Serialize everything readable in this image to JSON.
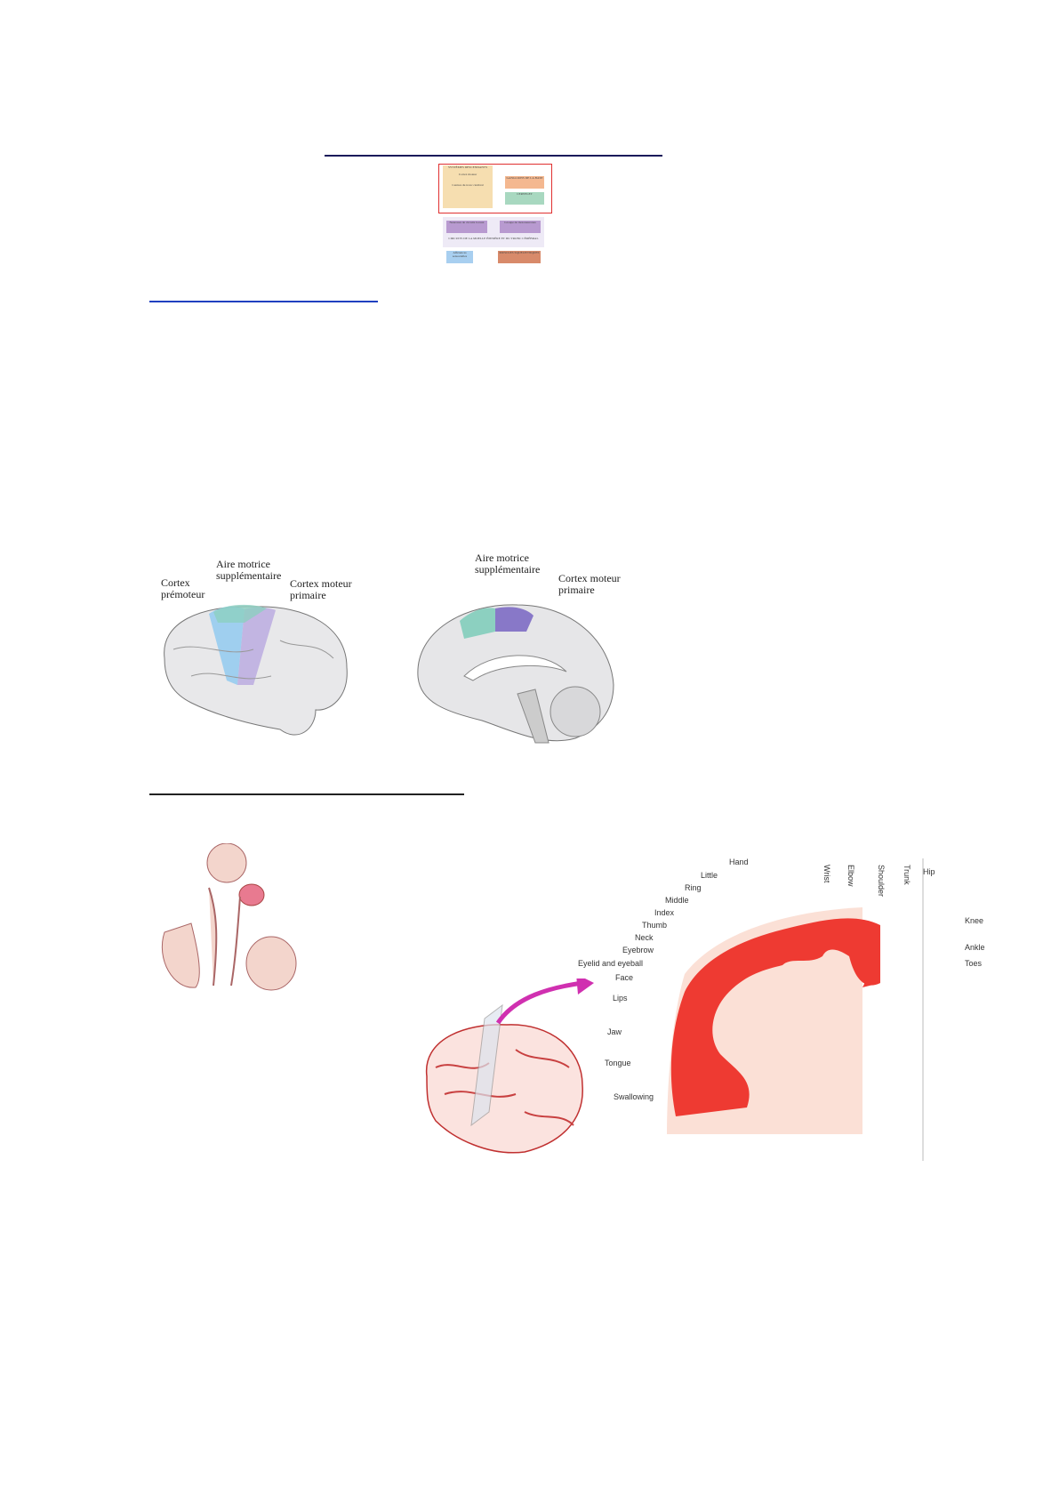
{
  "diagram": {
    "descending": "SYSTÈMES DESCENDANTS",
    "motor_cortex": "Cortex moteur",
    "brainstem": "Centres du tronc cérébral",
    "basal_ganglia": "GANGLIONS DE LA BASE",
    "cerebellum": "CERVELET",
    "local_circuits": "Neurones de circuits locaux",
    "motor_neurons": "Groupe de motoneurones",
    "spinal": "CIRCUITS DE LA MOELLE ÉPINIÈRE ET DU TRONC CÉRÉBRAL",
    "sensory": "Afférences sensorielles",
    "muscles": "MUSCLES SQUELETTIQUES"
  },
  "brain_lateral": {
    "premotor": "Cortex prémoteur",
    "sma": "Aire motrice supplémentaire",
    "primary": "Cortex moteur primaire"
  },
  "brain_medial": {
    "sma": "Aire motrice supplémentaire",
    "primary": "Cortex moteur primaire"
  },
  "homunculus_labels": [
    "Swallowing",
    "Tongue",
    "Jaw",
    "Lips",
    "Face",
    "Eyelid and eyeball",
    "Eyebrow",
    "Neck",
    "Thumb",
    "Index",
    "Middle",
    "Ring",
    "Little",
    "Hand",
    "Wrist",
    "Elbow",
    "Shoulder",
    "Trunk",
    "Hip",
    "Knee",
    "Ankle",
    "Toes"
  ]
}
